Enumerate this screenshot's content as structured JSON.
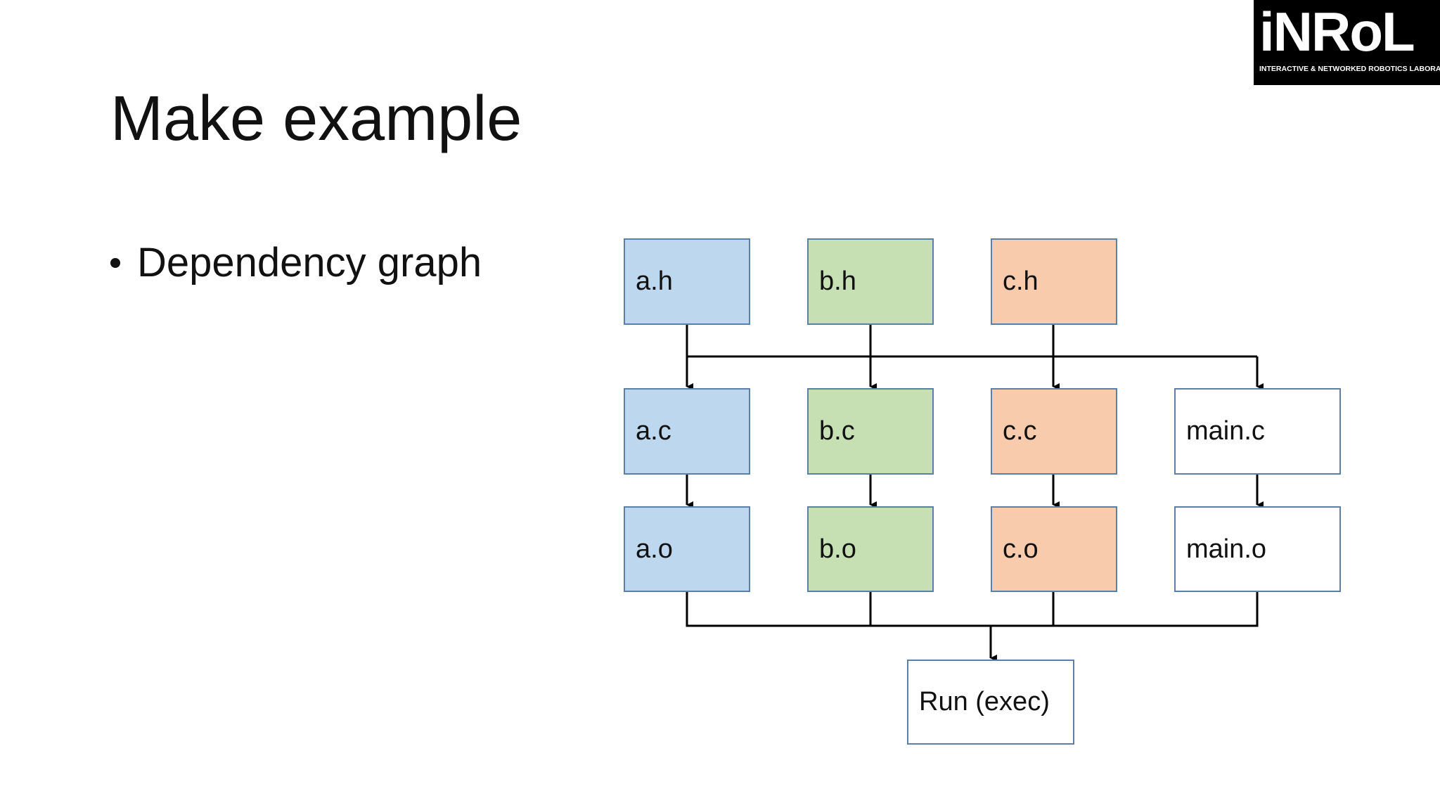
{
  "slide": {
    "title": "Make example",
    "bullets": [
      "Dependency graph"
    ]
  },
  "logo": {
    "text": "iNRoL",
    "subtitle": "INTERACTIVE & NETWORKED ROBOTICS LABORATORY"
  },
  "colors": {
    "a": "#bdd7ee",
    "b": "#c6e0b4",
    "c": "#f8cbad",
    "main": "#ffffff",
    "border": "#5a7fa8"
  },
  "graph": {
    "nodes": {
      "a_h": "a.h",
      "b_h": "b.h",
      "c_h": "c.h",
      "a_c": "a.c",
      "b_c": "b.c",
      "c_c": "c.c",
      "main_c": "main.c",
      "a_o": "a.o",
      "b_o": "b.o",
      "c_o": "c.o",
      "main_o": "main.o",
      "run": "Run (exec)"
    },
    "edges": [
      [
        "a.h",
        "a.c"
      ],
      [
        "a.h",
        "b.c"
      ],
      [
        "a.h",
        "c.c"
      ],
      [
        "a.h",
        "main.c"
      ],
      [
        "b.h",
        "a.c"
      ],
      [
        "b.h",
        "b.c"
      ],
      [
        "b.h",
        "c.c"
      ],
      [
        "b.h",
        "main.c"
      ],
      [
        "c.h",
        "a.c"
      ],
      [
        "c.h",
        "b.c"
      ],
      [
        "c.h",
        "c.c"
      ],
      [
        "c.h",
        "main.c"
      ],
      [
        "a.c",
        "a.o"
      ],
      [
        "b.c",
        "b.o"
      ],
      [
        "c.c",
        "c.o"
      ],
      [
        "main.c",
        "main.o"
      ],
      [
        "a.o",
        "Run (exec)"
      ],
      [
        "b.o",
        "Run (exec)"
      ],
      [
        "c.o",
        "Run (exec)"
      ],
      [
        "main.o",
        "Run (exec)"
      ]
    ]
  }
}
